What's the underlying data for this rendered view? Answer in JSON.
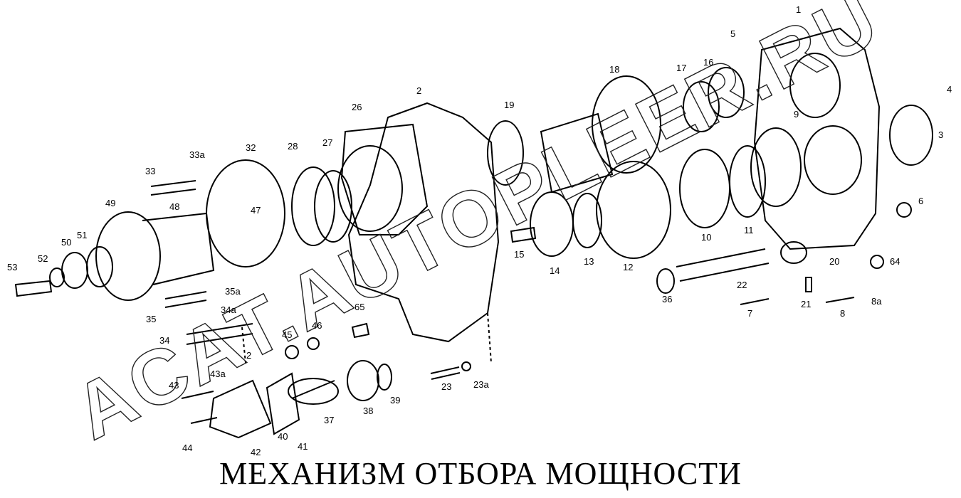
{
  "title": "МЕХАНИЗМ ОТБОРА МОЩНОСТИ",
  "watermark": "ACAT.AUTOPLEER.RU",
  "part_labels": [
    "1",
    "2",
    "3",
    "4",
    "5",
    "6",
    "7",
    "8",
    "8a",
    "9",
    "10",
    "11",
    "12",
    "13",
    "14",
    "15",
    "16",
    "17",
    "18",
    "19",
    "20",
    "21",
    "22",
    "23",
    "23a",
    "26",
    "27",
    "28",
    "32",
    "33",
    "33a",
    "34",
    "34a",
    "35",
    "35a",
    "36",
    "37",
    "38",
    "39",
    "40",
    "41",
    "42",
    "43",
    "43a",
    "44",
    "45",
    "46",
    "47",
    "48",
    "49",
    "50",
    "51",
    "52",
    "53",
    "64",
    "65",
    "2"
  ],
  "colors": {
    "ink": "#000000",
    "paper": "#ffffff"
  }
}
